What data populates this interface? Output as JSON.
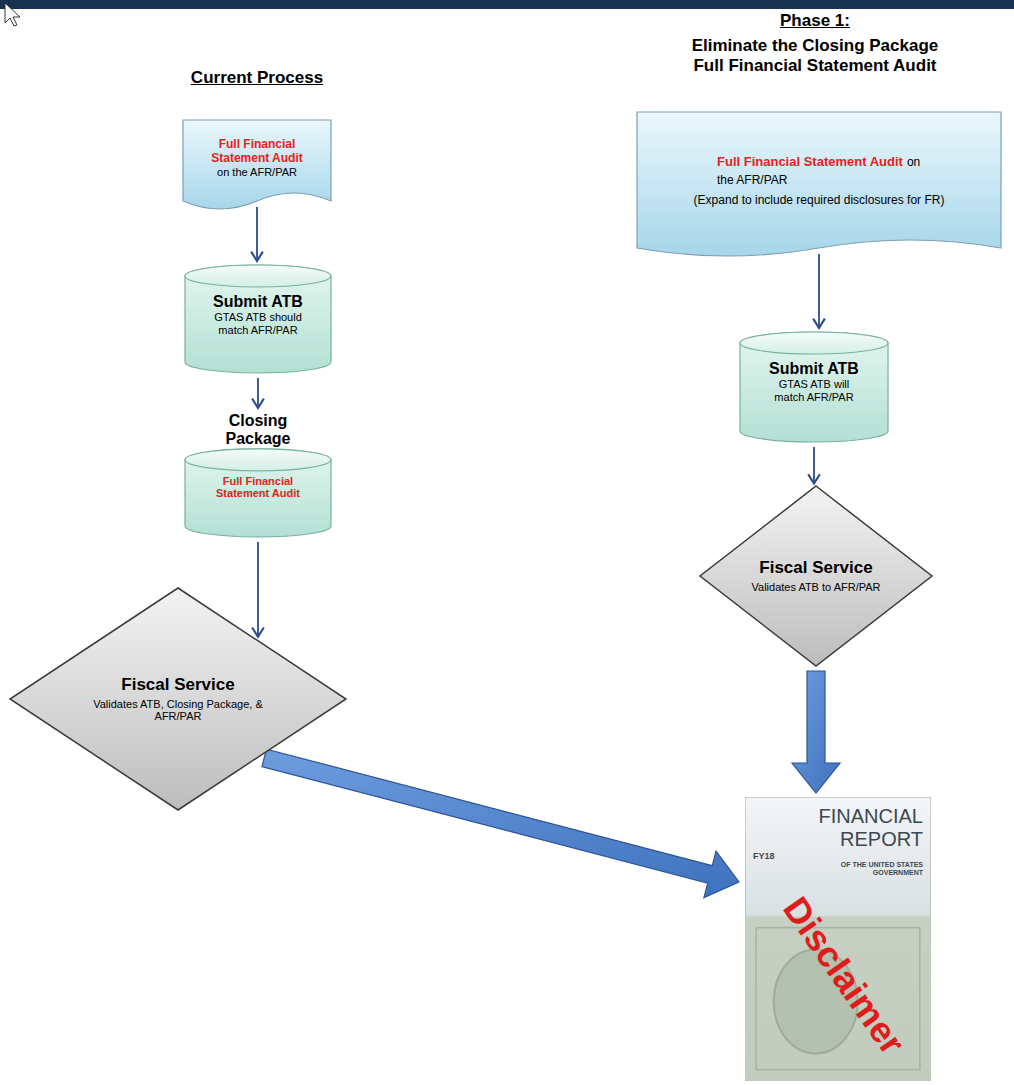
{
  "diagram": {
    "nodes": [
      {
        "text": [
          "Full Financial Statement Audit",
          "on the AFR/PAR"
        ]
      },
      {
        "text": [
          "Submit ATB",
          "GTAS ATB should match AFR/PAR"
        ]
      },
      {
        "text": [
          "Closing Package",
          "Full Financial Statement Audit"
        ]
      },
      {
        "text": [
          "Fiscal Service",
          "Validates ATB, Closing Package, & AFR/PAR"
        ]
      },
      {
        "text": [
          "Full Financial Statement Audit",
          "on the AFR/PAR",
          "(Expand to include required disclosures for FR)"
        ]
      },
      {
        "text": [
          "Submit ATB",
          "GTAS ATB will match AFR/PAR"
        ]
      },
      {
        "text": [
          "Fiscal Service",
          "Validates ATB to AFR/PAR"
        ]
      },
      {
        "text": [
          "FINANCIAL REPORT",
          "FY18",
          "OF THE UNITED STATES GOVERNMENT",
          "Disclaimer"
        ]
      }
    ],
    "edges": [
      {
        "from": 0,
        "to": 1,
        "arrow": "to"
      },
      {
        "from": 1,
        "to": 2,
        "arrow": "to"
      },
      {
        "from": 2,
        "to": 3,
        "arrow": "to"
      },
      {
        "from": 3,
        "to": 7,
        "arrow": "to"
      },
      {
        "from": 4,
        "to": 5,
        "arrow": "to"
      },
      {
        "from": 5,
        "to": 6,
        "arrow": "to"
      },
      {
        "from": 6,
        "to": 7,
        "arrow": "to"
      }
    ],
    "labels": [
      "Current Process",
      "Phase 1:",
      "Eliminate the Closing Package Full Financial Statement Audit"
    ]
  }
}
